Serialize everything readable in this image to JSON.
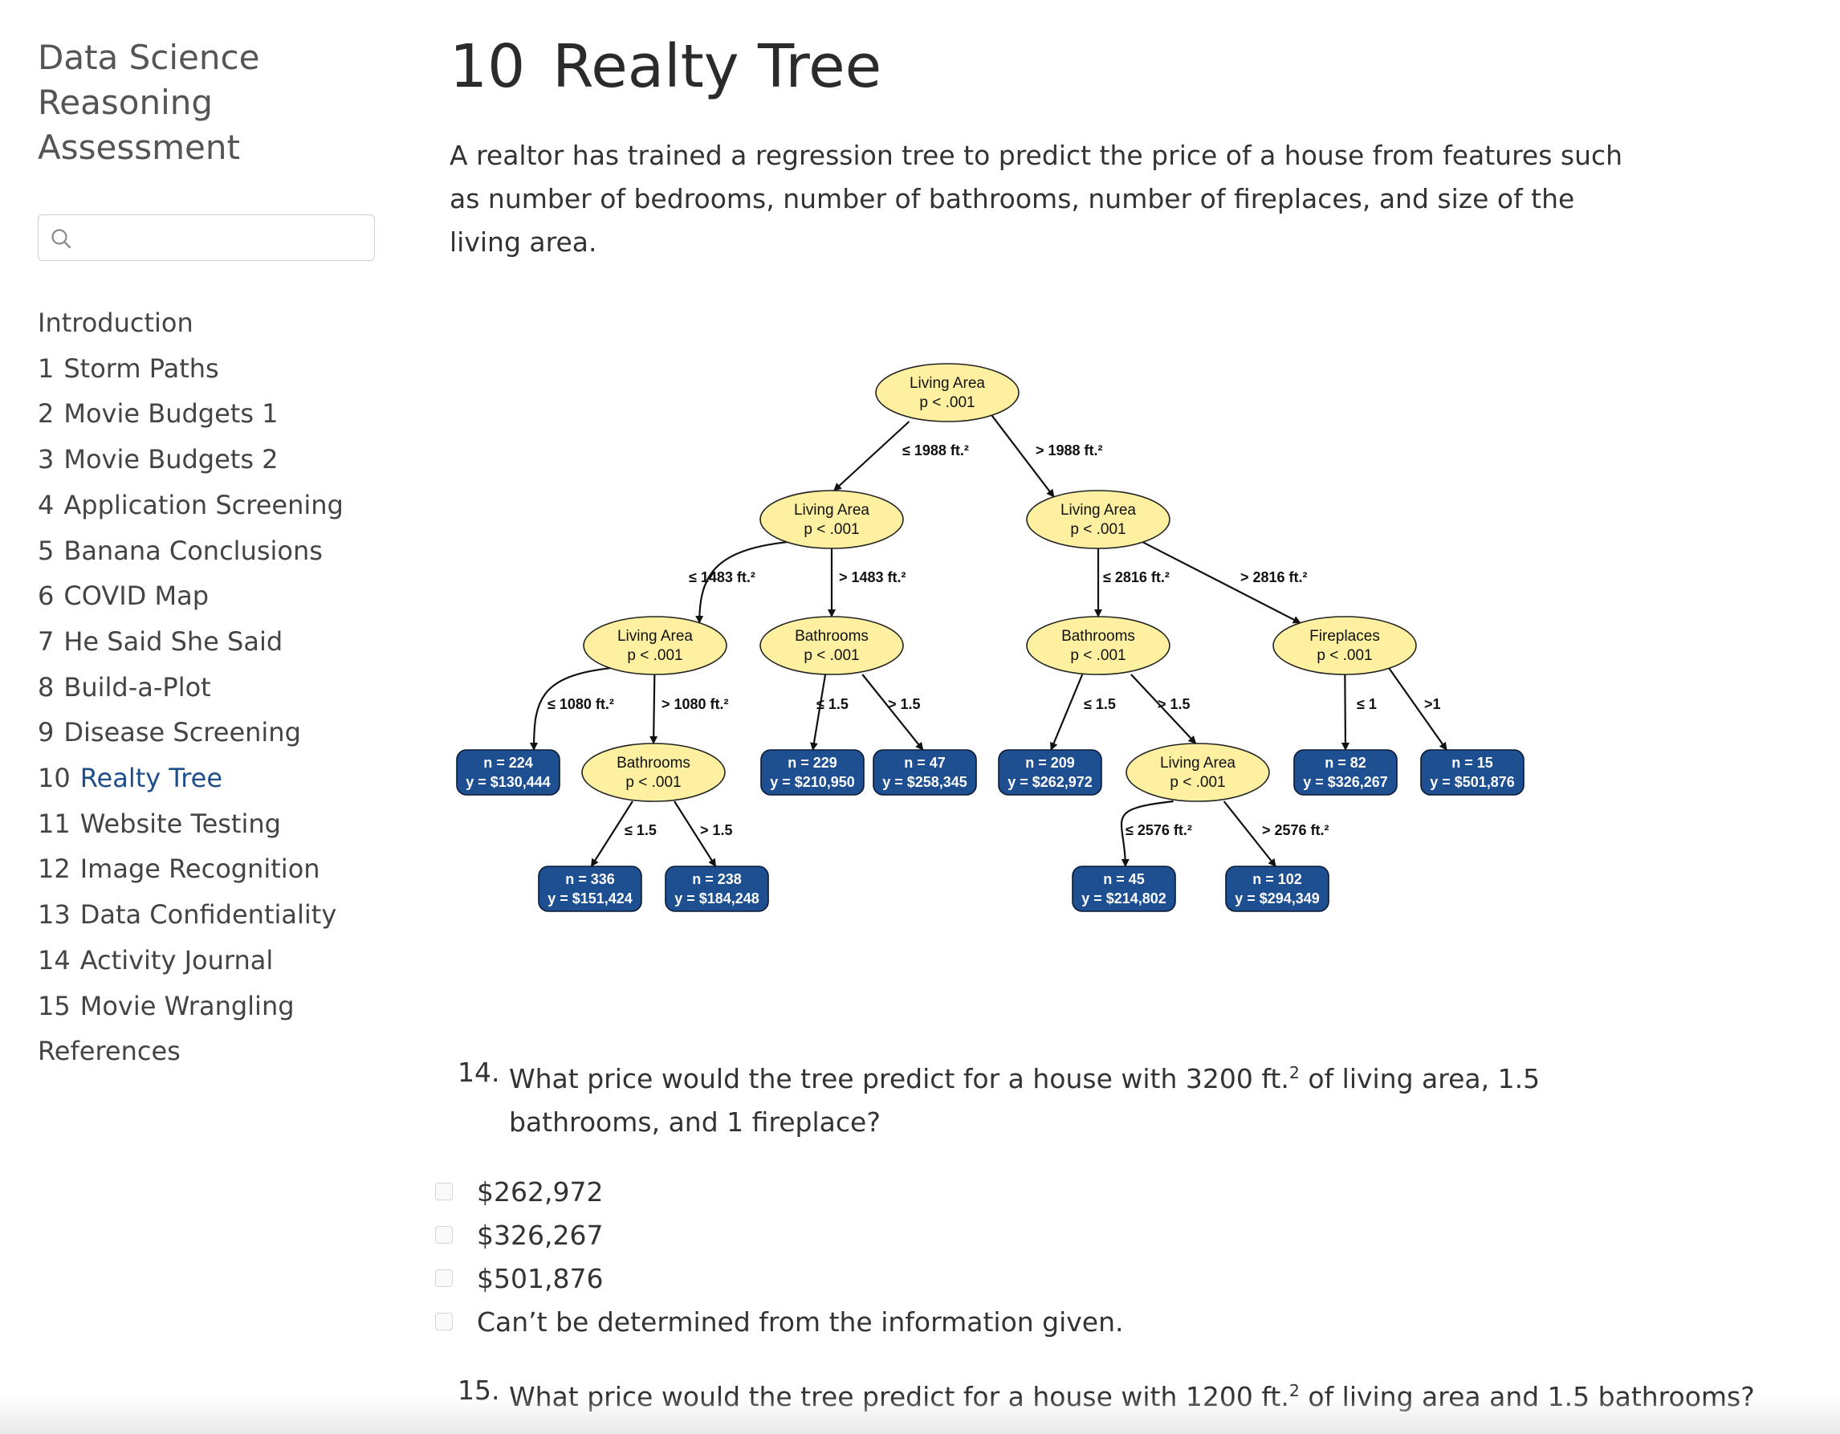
{
  "sidebar": {
    "title_lines": [
      "Data Science",
      "Reasoning",
      "Assessment"
    ],
    "search_placeholder": "",
    "nav": [
      {
        "num": "",
        "label": "Introduction"
      },
      {
        "num": "1",
        "label": "Storm Paths"
      },
      {
        "num": "2",
        "label": "Movie Budgets 1"
      },
      {
        "num": "3",
        "label": "Movie Budgets 2"
      },
      {
        "num": "4",
        "label": "Application Screening"
      },
      {
        "num": "5",
        "label": "Banana Conclusions"
      },
      {
        "num": "6",
        "label": "COVID Map"
      },
      {
        "num": "7",
        "label": "He Said She Said"
      },
      {
        "num": "8",
        "label": "Build-a-Plot"
      },
      {
        "num": "9",
        "label": "Disease Screening"
      },
      {
        "num": "10",
        "label": "Realty Tree",
        "active": true
      },
      {
        "num": "11",
        "label": "Website Testing"
      },
      {
        "num": "12",
        "label": "Image Recognition"
      },
      {
        "num": "13",
        "label": "Data Confidentiality"
      },
      {
        "num": "14",
        "label": "Activity Journal"
      },
      {
        "num": "15",
        "label": "Movie Wrangling"
      },
      {
        "num": "",
        "label": "References"
      }
    ],
    "active_color": "#1f4e8c"
  },
  "chapter": {
    "number": "10",
    "title": "Realty Tree",
    "intro": "A realtor has trained a regression tree to predict the price of a house from features such as number of bedrooms, number of bathrooms, number of fireplaces, and size of the living area."
  },
  "tree": {
    "colors": {
      "split_fill": "#fdf0a0",
      "leaf_fill": "#1d4f91",
      "leaf_text": "#ffffff"
    },
    "nodes": [
      {
        "id": "n1",
        "type": "split",
        "var": "Living Area",
        "p": "p < .001"
      },
      {
        "id": "n2",
        "type": "split",
        "var": "Living Area",
        "p": "p < .001"
      },
      {
        "id": "n3",
        "type": "split",
        "var": "Living Area",
        "p": "p < .001"
      },
      {
        "id": "n4",
        "type": "split",
        "var": "Living Area",
        "p": "p < .001"
      },
      {
        "id": "n5",
        "type": "split",
        "var": "Bathrooms",
        "p": "p < .001"
      },
      {
        "id": "n6",
        "type": "split",
        "var": "Bathrooms",
        "p": "p < .001"
      },
      {
        "id": "n7",
        "type": "split",
        "var": "Fireplaces",
        "p": "p < .001"
      },
      {
        "id": "n8",
        "type": "leaf",
        "n": "n = 224",
        "y": "y = $130,444"
      },
      {
        "id": "n9",
        "type": "split",
        "var": "Bathrooms",
        "p": "p < .001"
      },
      {
        "id": "n10",
        "type": "leaf",
        "n": "n = 229",
        "y": "y = $210,950"
      },
      {
        "id": "n11",
        "type": "leaf",
        "n": "n = 47",
        "y": "y = $258,345"
      },
      {
        "id": "n12",
        "type": "leaf",
        "n": "n = 209",
        "y": "y = $262,972"
      },
      {
        "id": "n13",
        "type": "split",
        "var": "Living Area",
        "p": "p < .001"
      },
      {
        "id": "n14",
        "type": "leaf",
        "n": "n = 82",
        "y": "y = $326,267"
      },
      {
        "id": "n15",
        "type": "leaf",
        "n": "n = 15",
        "y": "y = $501,876"
      },
      {
        "id": "n16",
        "type": "leaf",
        "n": "n = 336",
        "y": "y = $151,424"
      },
      {
        "id": "n17",
        "type": "leaf",
        "n": "n = 238",
        "y": "y = $184,248"
      },
      {
        "id": "n18",
        "type": "leaf",
        "n": "n = 45",
        "y": "y = $214,802"
      },
      {
        "id": "n19",
        "type": "leaf",
        "n": "n = 102",
        "y": "y = $294,349"
      }
    ],
    "edges": [
      {
        "from": "n1",
        "to": "n2",
        "label": "≤ 1988 ft.²"
      },
      {
        "from": "n1",
        "to": "n3",
        "label": "> 1988 ft.²"
      },
      {
        "from": "n2",
        "to": "n4",
        "label": "≤ 1483 ft.²"
      },
      {
        "from": "n2",
        "to": "n5",
        "label": "> 1483 ft.²"
      },
      {
        "from": "n3",
        "to": "n6",
        "label": "≤ 2816 ft.²"
      },
      {
        "from": "n3",
        "to": "n7",
        "label": "> 2816 ft.²"
      },
      {
        "from": "n4",
        "to": "n8",
        "label": "≤ 1080 ft.²"
      },
      {
        "from": "n4",
        "to": "n9",
        "label": "> 1080 ft.²"
      },
      {
        "from": "n5",
        "to": "n10",
        "label": "≤ 1.5"
      },
      {
        "from": "n5",
        "to": "n11",
        "label": "> 1.5"
      },
      {
        "from": "n6",
        "to": "n12",
        "label": "≤ 1.5"
      },
      {
        "from": "n6",
        "to": "n13",
        "label": "> 1.5"
      },
      {
        "from": "n7",
        "to": "n14",
        "label": "≤ 1"
      },
      {
        "from": "n7",
        "to": "n15",
        "label": ">1"
      },
      {
        "from": "n9",
        "to": "n16",
        "label": "≤ 1.5"
      },
      {
        "from": "n9",
        "to": "n17",
        "label": "> 1.5"
      },
      {
        "from": "n13",
        "to": "n18",
        "label": "≤ 2576 ft.²"
      },
      {
        "from": "n13",
        "to": "n19",
        "label": "> 2576 ft.²"
      }
    ]
  },
  "questions": {
    "q14": {
      "num": "14.",
      "text_a": "What price would the tree predict for a house with 3200 ft.",
      "sup": "2",
      "text_b": " of living area, 1.5 bathrooms, and 1 fireplace?",
      "options": [
        "$262,972",
        "$326,267",
        "$501,876",
        "Can’t be determined from the information given."
      ]
    },
    "q15": {
      "num": "15.",
      "text_a": "What price would the tree predict for a house with 1200 ft.",
      "sup": "2",
      "text_b": " of living area and 1.5 bathrooms?"
    }
  }
}
